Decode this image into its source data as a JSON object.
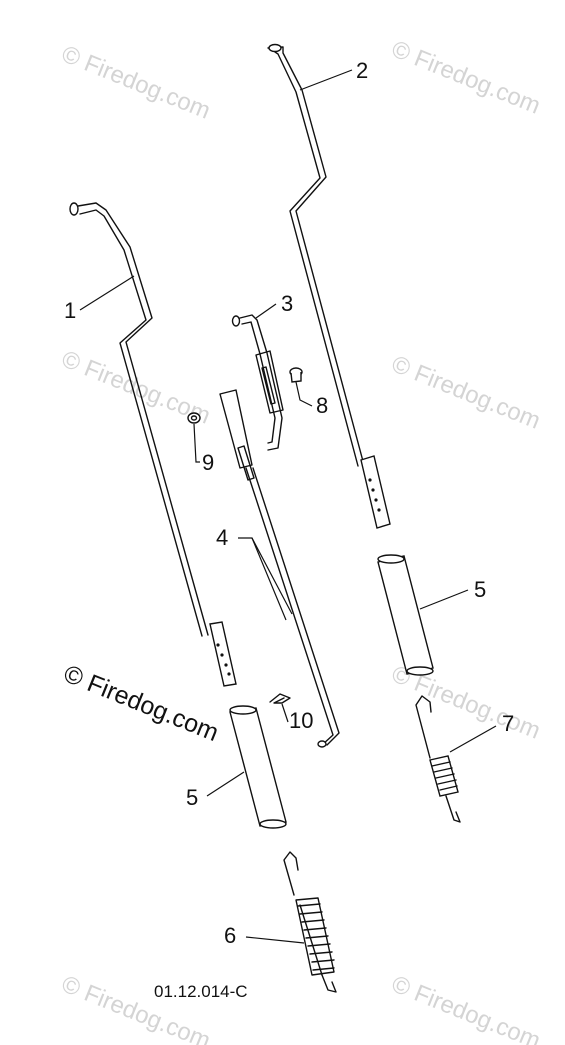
{
  "watermark": {
    "text": "© Firedog.com",
    "main_text": "© Firedog.com"
  },
  "drawing_code": "01.12.014-C",
  "callouts": [
    {
      "id": "c1",
      "label": "1"
    },
    {
      "id": "c2",
      "label": "2"
    },
    {
      "id": "c3",
      "label": "3"
    },
    {
      "id": "c4",
      "label": "4"
    },
    {
      "id": "c5a",
      "label": "5"
    },
    {
      "id": "c5b",
      "label": "5"
    },
    {
      "id": "c6",
      "label": "6"
    },
    {
      "id": "c7",
      "label": "7"
    },
    {
      "id": "c8",
      "label": "8"
    },
    {
      "id": "c9",
      "label": "9"
    },
    {
      "id": "c10",
      "label": "10"
    }
  ]
}
